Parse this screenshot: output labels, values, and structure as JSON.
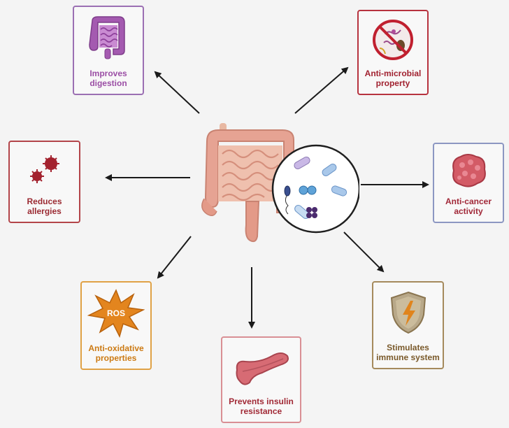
{
  "center": {
    "organ": "intestine",
    "microbes": "probiotic-bacteria"
  },
  "benefits": {
    "digestion": {
      "label": "Improves\ndigestion",
      "icon": "intestine-icon",
      "color": "#9b4fa5"
    },
    "microbial": {
      "label": "Anti-microbial\nproperty",
      "icon": "no-pathogen-icon",
      "color": "#a12230"
    },
    "allergies": {
      "label": "Reduces\nallergies",
      "icon": "allergen-icon",
      "color": "#9b2a32"
    },
    "cancer": {
      "label": "Anti-cancer\nactivity",
      "icon": "tumor-icon",
      "color": "#a12838"
    },
    "oxidative": {
      "label": "Anti-oxidative\nproperties",
      "icon_text": "ROS",
      "icon": "ros-burst-icon",
      "color": "#cc7a13"
    },
    "insulin": {
      "label": "Prevents insulin\nresistance",
      "icon": "pancreas-icon",
      "color": "#a12a36"
    },
    "immune": {
      "label": "Stimulates\nimmune system",
      "icon": "shield-icon",
      "color": "#7a5a2b"
    }
  }
}
